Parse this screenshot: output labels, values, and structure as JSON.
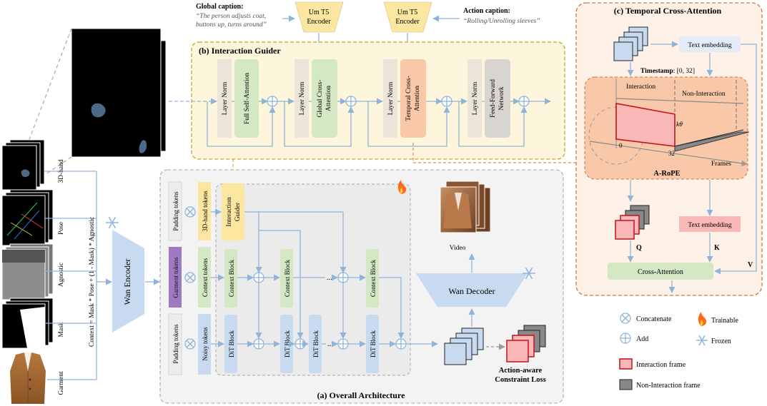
{
  "inputs": {
    "hand": "3D-hand",
    "pose": "Pose",
    "agnostic": "Agnostic",
    "mask": "Mask",
    "garment": "Garment",
    "context_formula": "Context = Mask * Pose + (1 - Mask) * Agnostic"
  },
  "encoders": {
    "wan_encoder": "Wan Encoder",
    "wan_decoder": "Wan Decoder",
    "t5_label": "Um T5",
    "t5_sub": "Encoder"
  },
  "captions": {
    "global_title": "Global caption:",
    "global_line1": "“The person adjusts coat,",
    "global_line2": "buttons up, turns around”",
    "action_title": "Action caption:",
    "action_line1": "“Rolling/Unrolling sleeves”"
  },
  "guider": {
    "title": "(b) Interaction Guider",
    "layer_norm": "Layer Norm",
    "full_self_attention": "Full Self-Attention",
    "global_cross_attention_1": "Global Cross-",
    "global_cross_attention_2": "Attention",
    "temporal_cross_attention_1": "Temporal Cross-",
    "temporal_cross_attention_2": "Attention",
    "ffn_1": "Feed-Forward",
    "ffn_2": "Network"
  },
  "architecture": {
    "title": "(a) Overall Architecture",
    "padding_tokens": "Padding tokens",
    "hand_tokens": "3D-hand tokens",
    "garment_tokens": "Garment tokens",
    "context_tokens": "Context tokens",
    "noisy_tokens": "Noisy tokens",
    "interaction_guider_1": "Interaction",
    "interaction_guider_2": "Guider",
    "context_block": "Context Block",
    "dit_block": "DiT Block",
    "dots": "...",
    "video": "Video",
    "loss_1": "Action-aware",
    "loss_2": "Constraint Loss"
  },
  "temporal": {
    "title": "(c) Temporal Cross-Attention",
    "text_embedding": "Text embedding",
    "timestamp_label": "Timestamp",
    "timestamp_value": ": [0, 32]",
    "interaction": "Interaction",
    "non_interaction": "Non-Interaction",
    "k_theta": "kθ",
    "zero": "0",
    "thirty_two": "32",
    "frames": "Frames",
    "arope": "A-RoPE",
    "q": "Q",
    "k": "K",
    "v": "V",
    "cross_attention": "Cross-Attention"
  },
  "legend": {
    "concatenate": "Concatenate",
    "add": "Add",
    "trainable": "Trainable",
    "frozen": "Frozen",
    "interaction_frame": "Interaction frame",
    "non_interaction_frame": "Non-Interaction frame"
  },
  "colors": {
    "arrow": "#8fb4d9",
    "guider_bg": "#fdf6dc",
    "guider_border": "#c9a227",
    "arch_bg": "#f3f3f3",
    "temporal_bg": "#fdf1e8",
    "temporal_border": "#d2733a",
    "layer_norm": "#ece6da",
    "attention_green": "#d4e8c4",
    "temporal_orange": "#f8c8a8",
    "ffn_gray": "#d8d4cf",
    "token_purple": "#a07ac0",
    "token_green": "#d4e8c4",
    "token_yellow": "#fde6a0",
    "token_blue": "#c8daf0",
    "interaction_red": "#f9b7b7",
    "frame_gray": "#888888",
    "flame": "#ff6a1a",
    "frozen_blue": "#8fb4d9"
  }
}
